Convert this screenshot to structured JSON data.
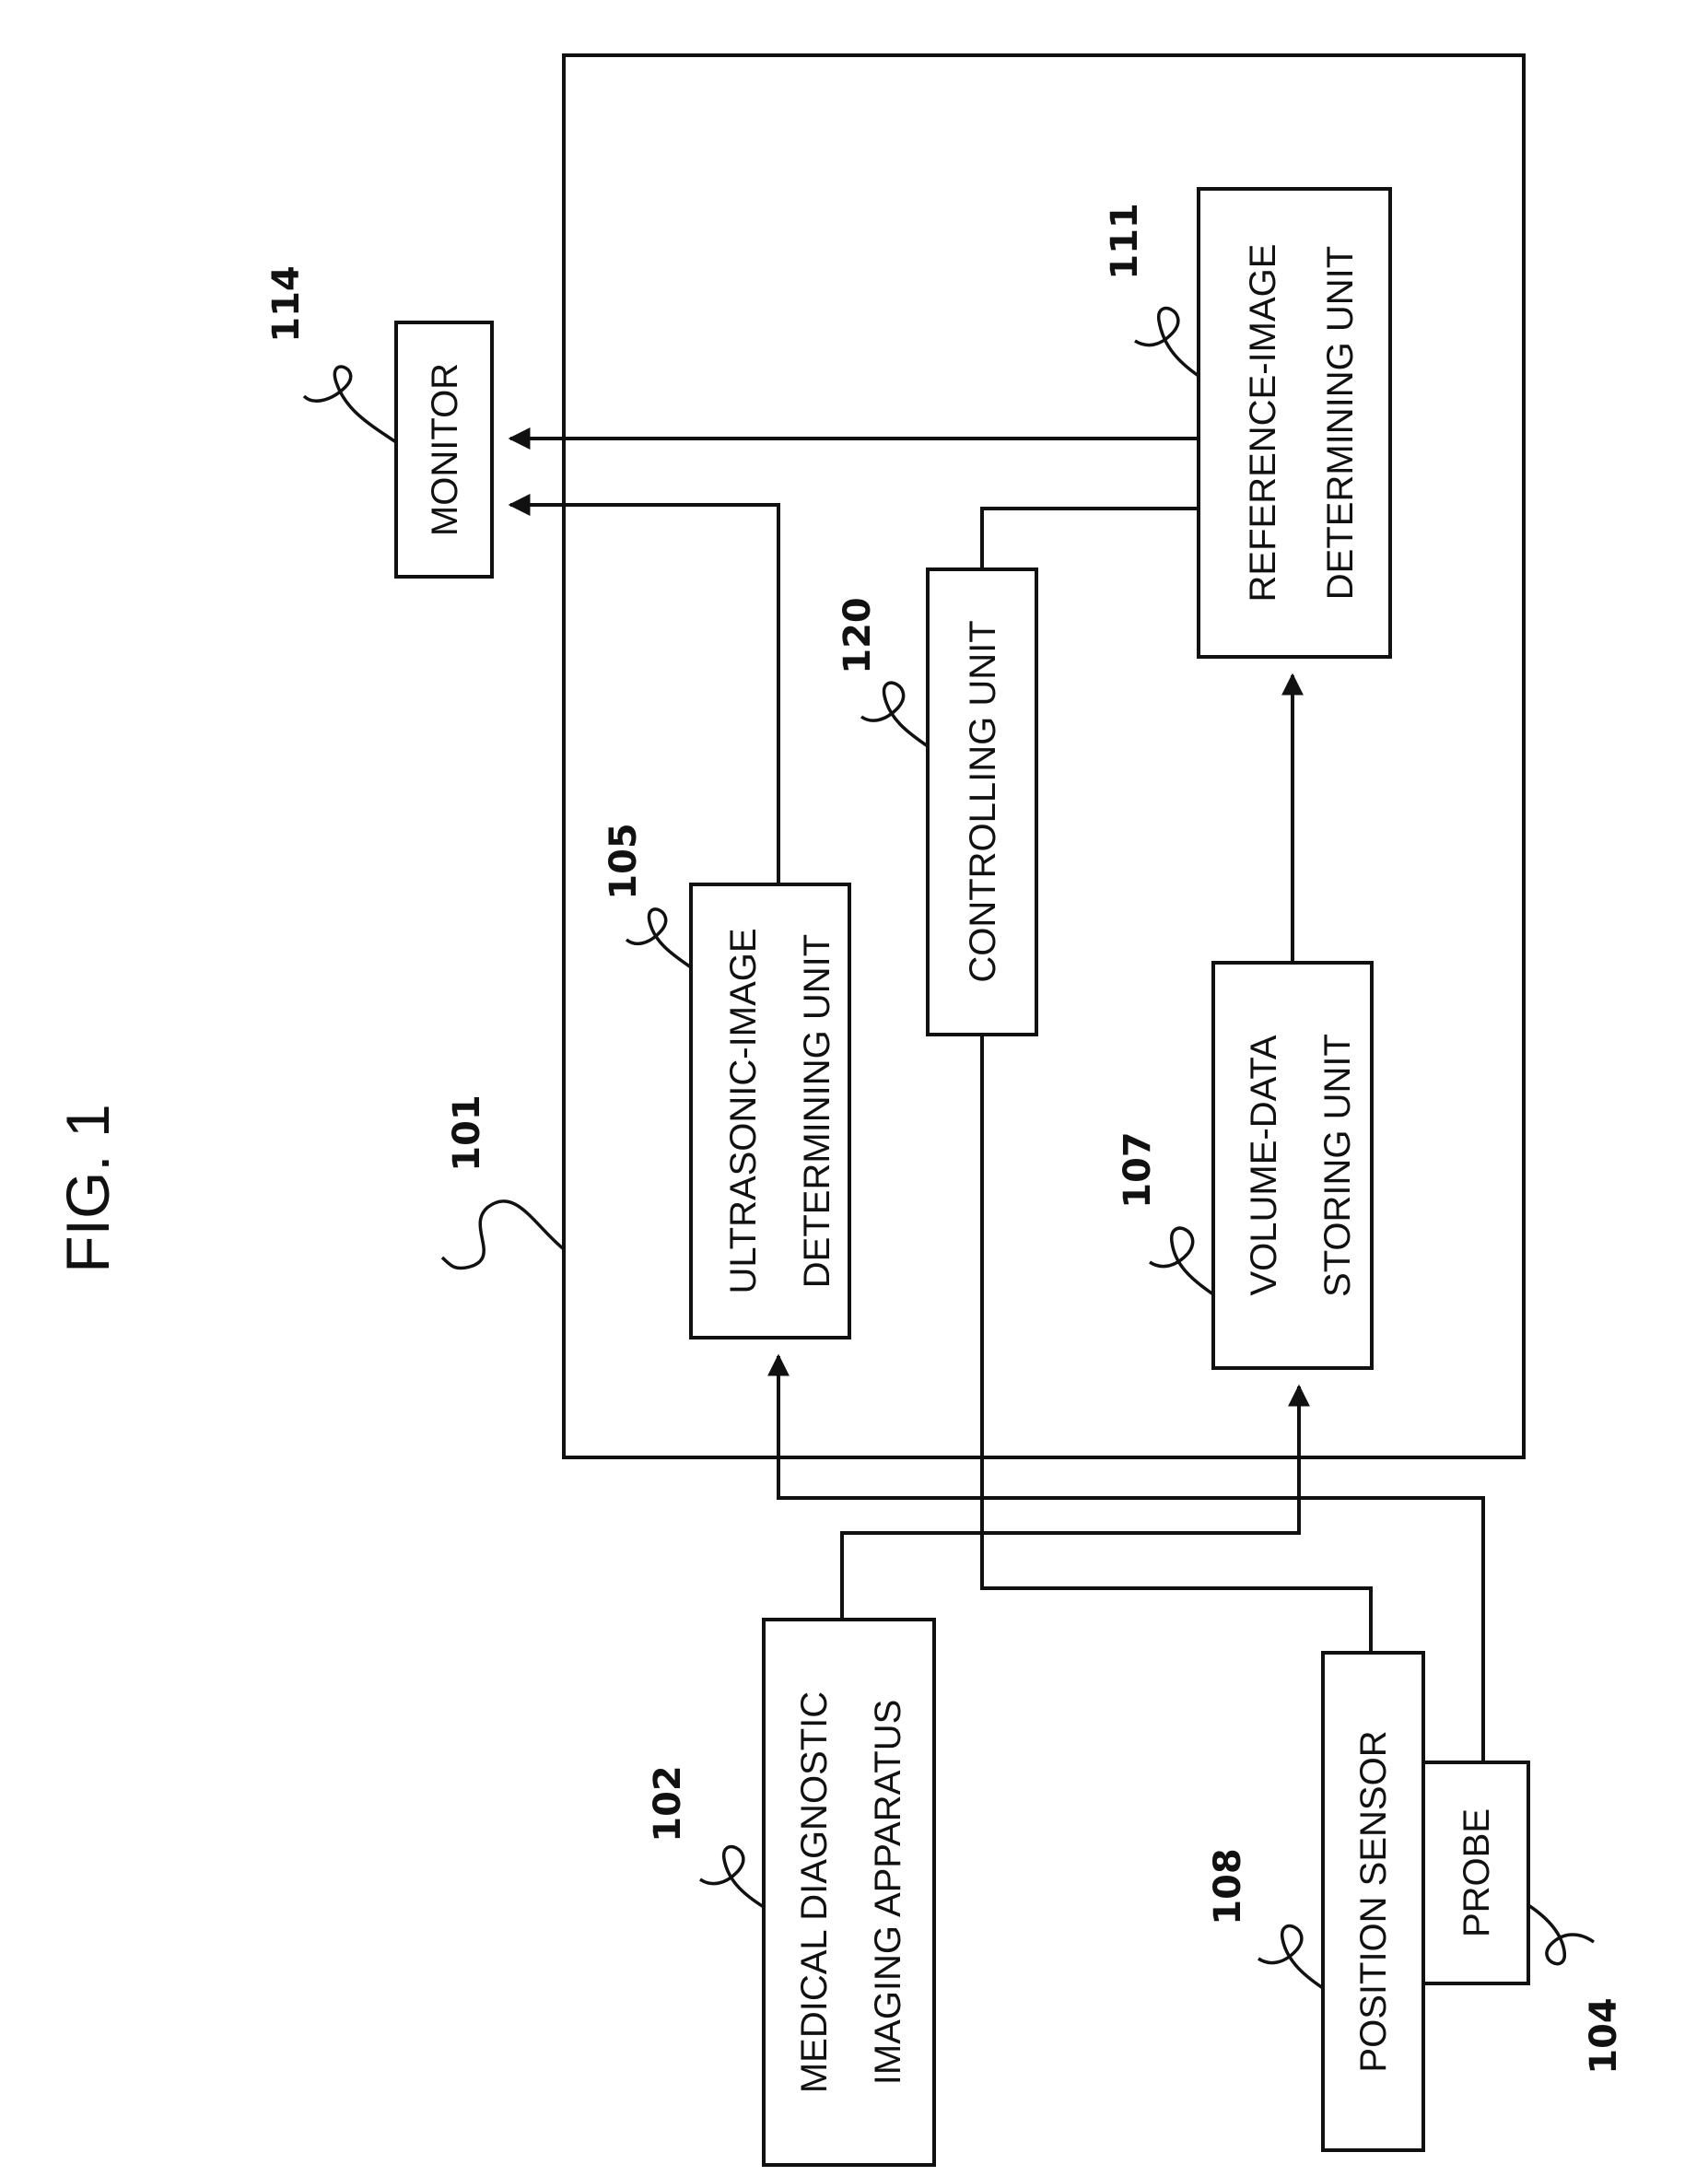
{
  "figure": {
    "title": "FIG. 1"
  },
  "blocks": {
    "system": {
      "ref": "101"
    },
    "medical_apparatus": {
      "ref": "102",
      "line1": "MEDICAL DIAGNOSTIC",
      "line2": "IMAGING APPARATUS"
    },
    "probe": {
      "ref": "104",
      "line1": "PROBE"
    },
    "ultrasonic_unit": {
      "ref": "105",
      "line1": "ULTRASONIC-IMAGE",
      "line2": "DETERMINING UNIT"
    },
    "volume_unit": {
      "ref": "107",
      "line1": "VOLUME-DATA",
      "line2": "STORING UNIT"
    },
    "position_sensor": {
      "ref": "108",
      "line1": "POSITION SENSOR"
    },
    "reference_unit": {
      "ref": "111",
      "line1": "REFERENCE-IMAGE",
      "line2": "DETERMINING UNIT"
    },
    "monitor": {
      "ref": "114",
      "line1": "MONITOR"
    },
    "controlling_unit": {
      "ref": "120",
      "line1": "CONTROLLING UNIT"
    }
  }
}
